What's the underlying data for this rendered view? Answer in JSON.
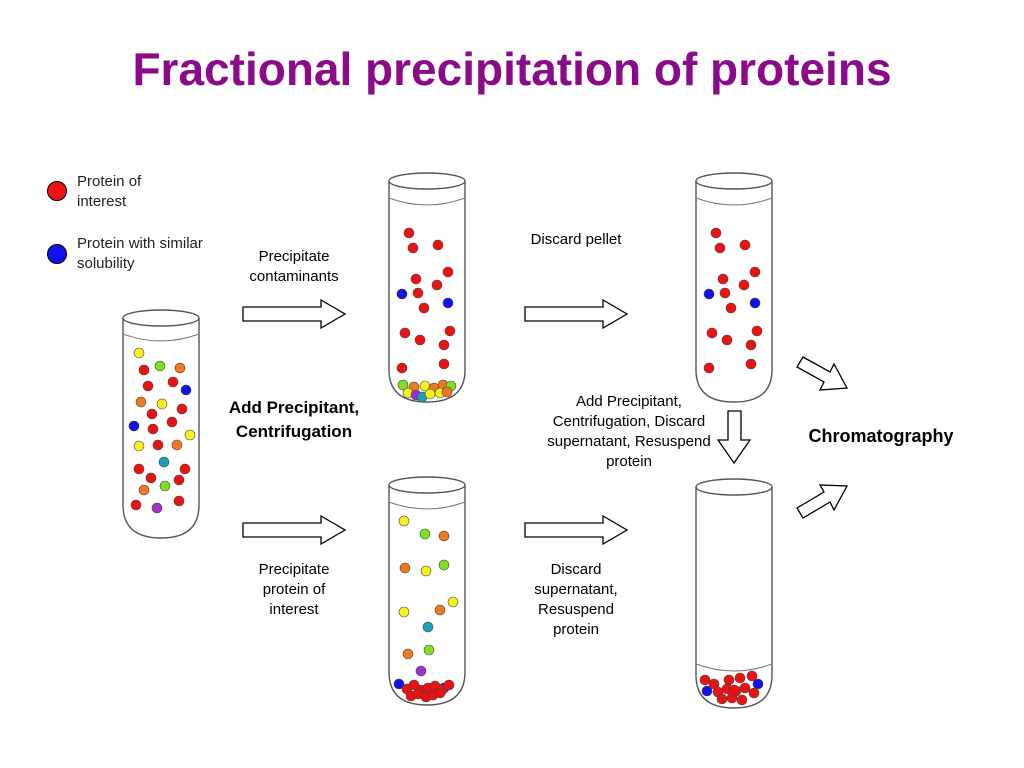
{
  "title": "Fractional precipitation of proteins",
  "legend": [
    {
      "label": "Protein of interest",
      "color": "#ee1111"
    },
    {
      "label": "Protein with similar solubility",
      "color": "#1111ee"
    }
  ],
  "labels": {
    "precipitate_contaminants": "Precipitate contaminants",
    "add_precipitant": "Add Precipitant, Centrifugation",
    "precipitate_protein": "Precipitate protein of interest",
    "discard_pellet": "Discard pellet",
    "add_precipitant_2": "Add Precipitant, Centrifugation, Discard supernatant, Resuspend protein",
    "discard_supernatant": "Discard supernatant, Resuspend protein",
    "chromatography": "Chromatography"
  },
  "colors": {
    "title": "#8a0a8a",
    "red": "#ee1111",
    "blue": "#1111ee",
    "yellow": "#f5f01e",
    "green": "#7ee020",
    "orange": "#f07820",
    "teal": "#1aa0b8",
    "purple": "#a030c8"
  }
}
